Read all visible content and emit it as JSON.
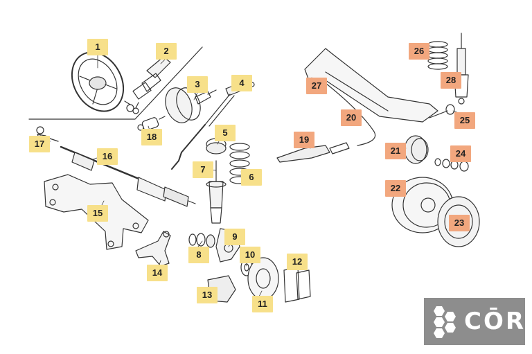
{
  "labels": [
    {
      "id": "1",
      "group": "front"
    },
    {
      "id": "2",
      "group": "front"
    },
    {
      "id": "3",
      "group": "front"
    },
    {
      "id": "4",
      "group": "front"
    },
    {
      "id": "5",
      "group": "front"
    },
    {
      "id": "6",
      "group": "front"
    },
    {
      "id": "7",
      "group": "front"
    },
    {
      "id": "8",
      "group": "front"
    },
    {
      "id": "9",
      "group": "front"
    },
    {
      "id": "10",
      "group": "front"
    },
    {
      "id": "11",
      "group": "front"
    },
    {
      "id": "12",
      "group": "front"
    },
    {
      "id": "13",
      "group": "front"
    },
    {
      "id": "14",
      "group": "front"
    },
    {
      "id": "15",
      "group": "front"
    },
    {
      "id": "16",
      "group": "front"
    },
    {
      "id": "17",
      "group": "front"
    },
    {
      "id": "18",
      "group": "front"
    },
    {
      "id": "19",
      "group": "rear"
    },
    {
      "id": "20",
      "group": "rear"
    },
    {
      "id": "21",
      "group": "rear"
    },
    {
      "id": "22",
      "group": "rear"
    },
    {
      "id": "23",
      "group": "rear"
    },
    {
      "id": "24",
      "group": "rear"
    },
    {
      "id": "25",
      "group": "rear"
    },
    {
      "id": "26",
      "group": "rear"
    },
    {
      "id": "27",
      "group": "rear"
    },
    {
      "id": "28",
      "group": "rear"
    }
  ],
  "colors": {
    "front_label": "#f7e08a",
    "rear_label": "#f2a77e",
    "line": "#333333",
    "logo_bg": "#8d8d8d"
  },
  "logo": {
    "text": "CŌR",
    "icon": "hexagon-cluster-icon"
  }
}
